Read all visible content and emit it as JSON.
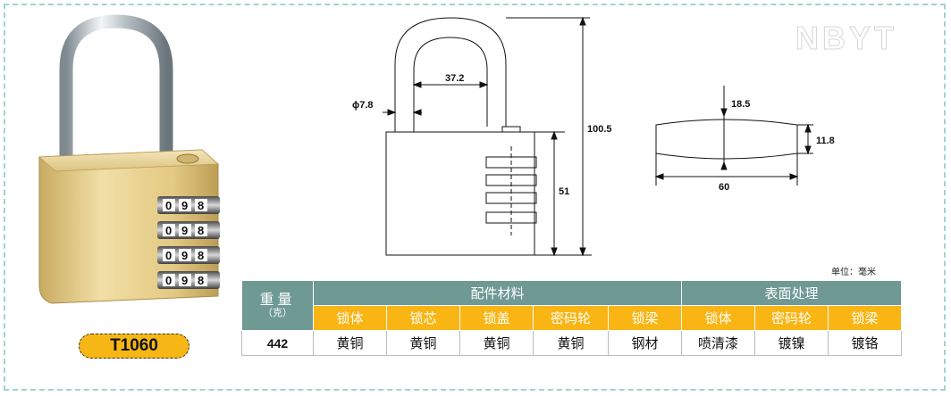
{
  "brand_watermark": "NBYT",
  "model_label": "T1060",
  "unit_note": "单位：毫米",
  "dimensions": {
    "shackle_diameter": "ϕ7.8",
    "shackle_inner_width": "37.2",
    "total_height": "100.5",
    "body_height": "51",
    "thickness_center": "18.5",
    "thickness_edge": "11.8",
    "body_width": "60"
  },
  "dial_digits": [
    "0",
    "9",
    "8"
  ],
  "table": {
    "weight_header": "重量",
    "weight_unit": "（克）",
    "materials_header": "配件材料",
    "finish_header": "表面处理",
    "material_columns": [
      "锁体",
      "锁芯",
      "锁盖",
      "密码轮",
      "锁梁"
    ],
    "finish_columns": [
      "锁体",
      "密码轮",
      "锁梁"
    ],
    "weight_value": "442",
    "material_values": [
      "黄铜",
      "黄铜",
      "黄铜",
      "黄铜",
      "钢材"
    ],
    "finish_values": [
      "喷清漆",
      "镀镍",
      "镀铬"
    ]
  },
  "colors": {
    "header_teal": "#6f9993",
    "subheader_orange": "#f9b514",
    "brass": "#e7cf8f",
    "border_teal": "#9ed4cf"
  }
}
